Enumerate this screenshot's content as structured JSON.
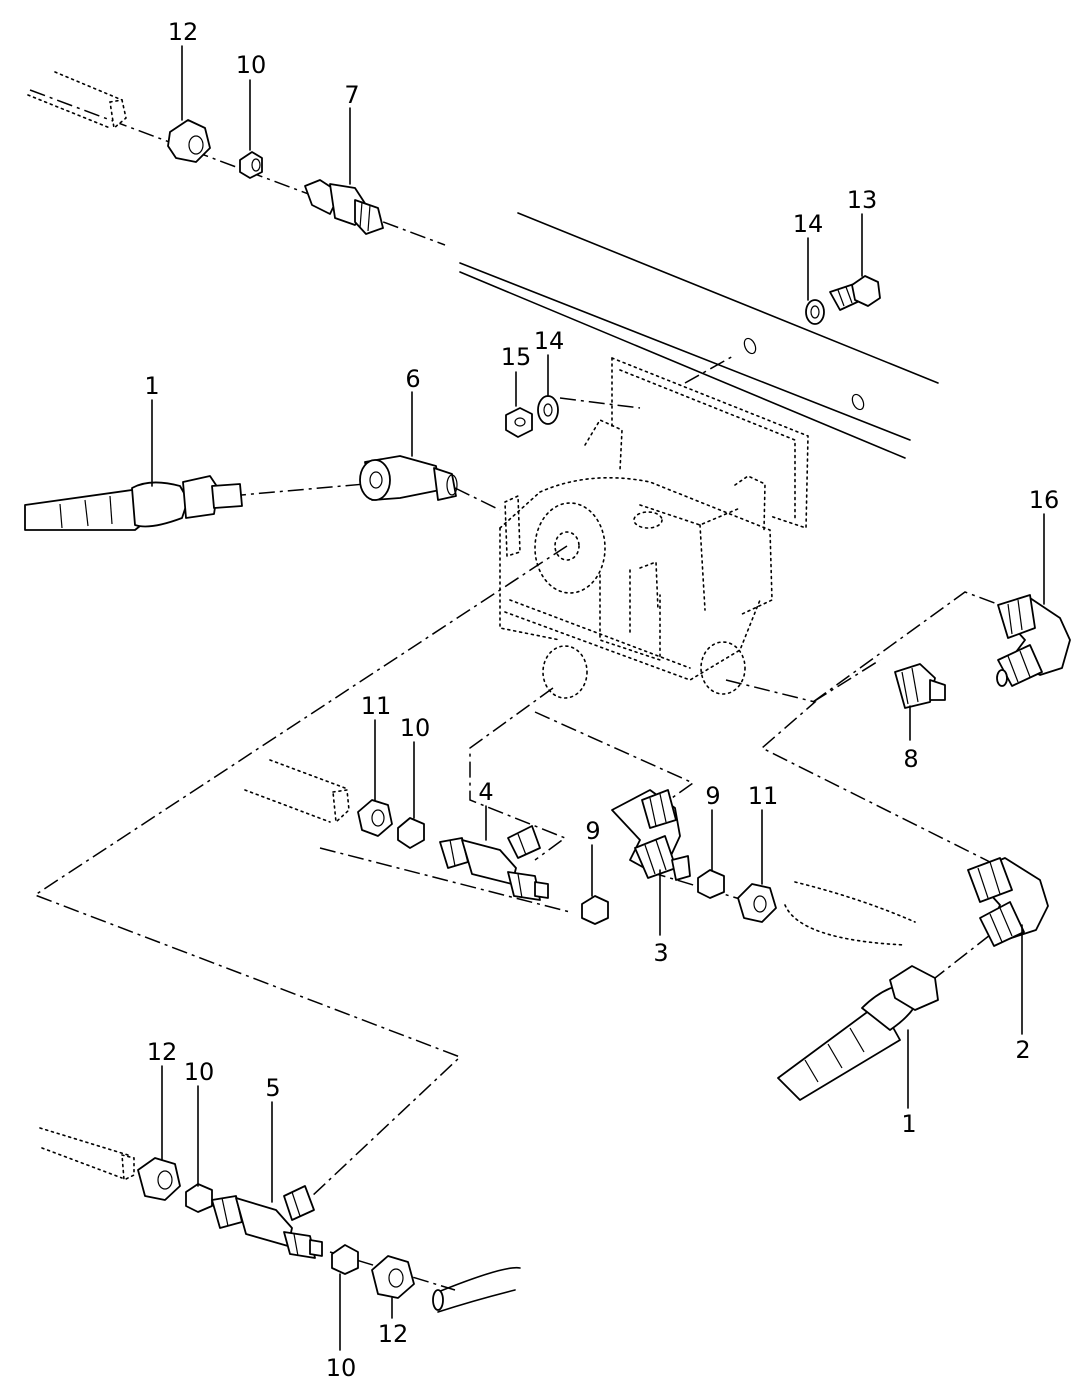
{
  "callouts": {
    "c12_top": "12",
    "c10_top": "10",
    "c7": "7",
    "c13": "13",
    "c14_right": "14",
    "c15": "15",
    "c14_mid": "14",
    "c6": "6",
    "c1_left": "1",
    "c16": "16",
    "c8": "8",
    "c11_left": "11",
    "c10_mid": "10",
    "c4": "4",
    "c9_upper": "9",
    "c11_right": "11",
    "c9_lower": "9",
    "c3": "3",
    "c2": "2",
    "c1_right": "1",
    "c12_bottom_left": "12",
    "c10_bottom_left": "10",
    "c5": "5",
    "c10_bottom": "10",
    "c12_bottom": "12"
  }
}
